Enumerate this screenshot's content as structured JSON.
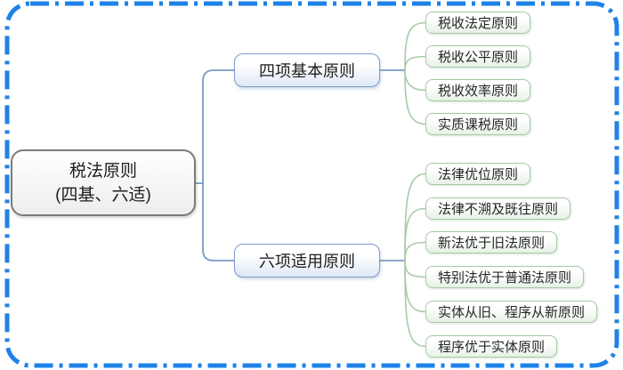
{
  "diagram": {
    "type": "mindmap",
    "root": {
      "title": "税法原则",
      "subtitle": "(四基、六适)"
    },
    "branches": [
      {
        "label": "四项基本原则",
        "children": [
          "税收法定原则",
          "税收公平原则",
          "税收效率原则",
          "实质课税原则"
        ]
      },
      {
        "label": "六项适用原则",
        "children": [
          "法律优位原则",
          "法律不溯及既往原则",
          "新法优于旧法原则",
          "特别法优于普通法原则",
          "实体从旧、程序从新原则",
          "程序优于实体原则"
        ]
      }
    ],
    "colors": {
      "frame_dash_blue": "#1e82e8",
      "branch_border_blue": "#7d9bc9",
      "leaf_border_green": "#a6c9a6",
      "root_border_gray": "#7b7b7b",
      "connector_blue": "#7a9ac5",
      "connector_green": "#a8cba8"
    }
  }
}
